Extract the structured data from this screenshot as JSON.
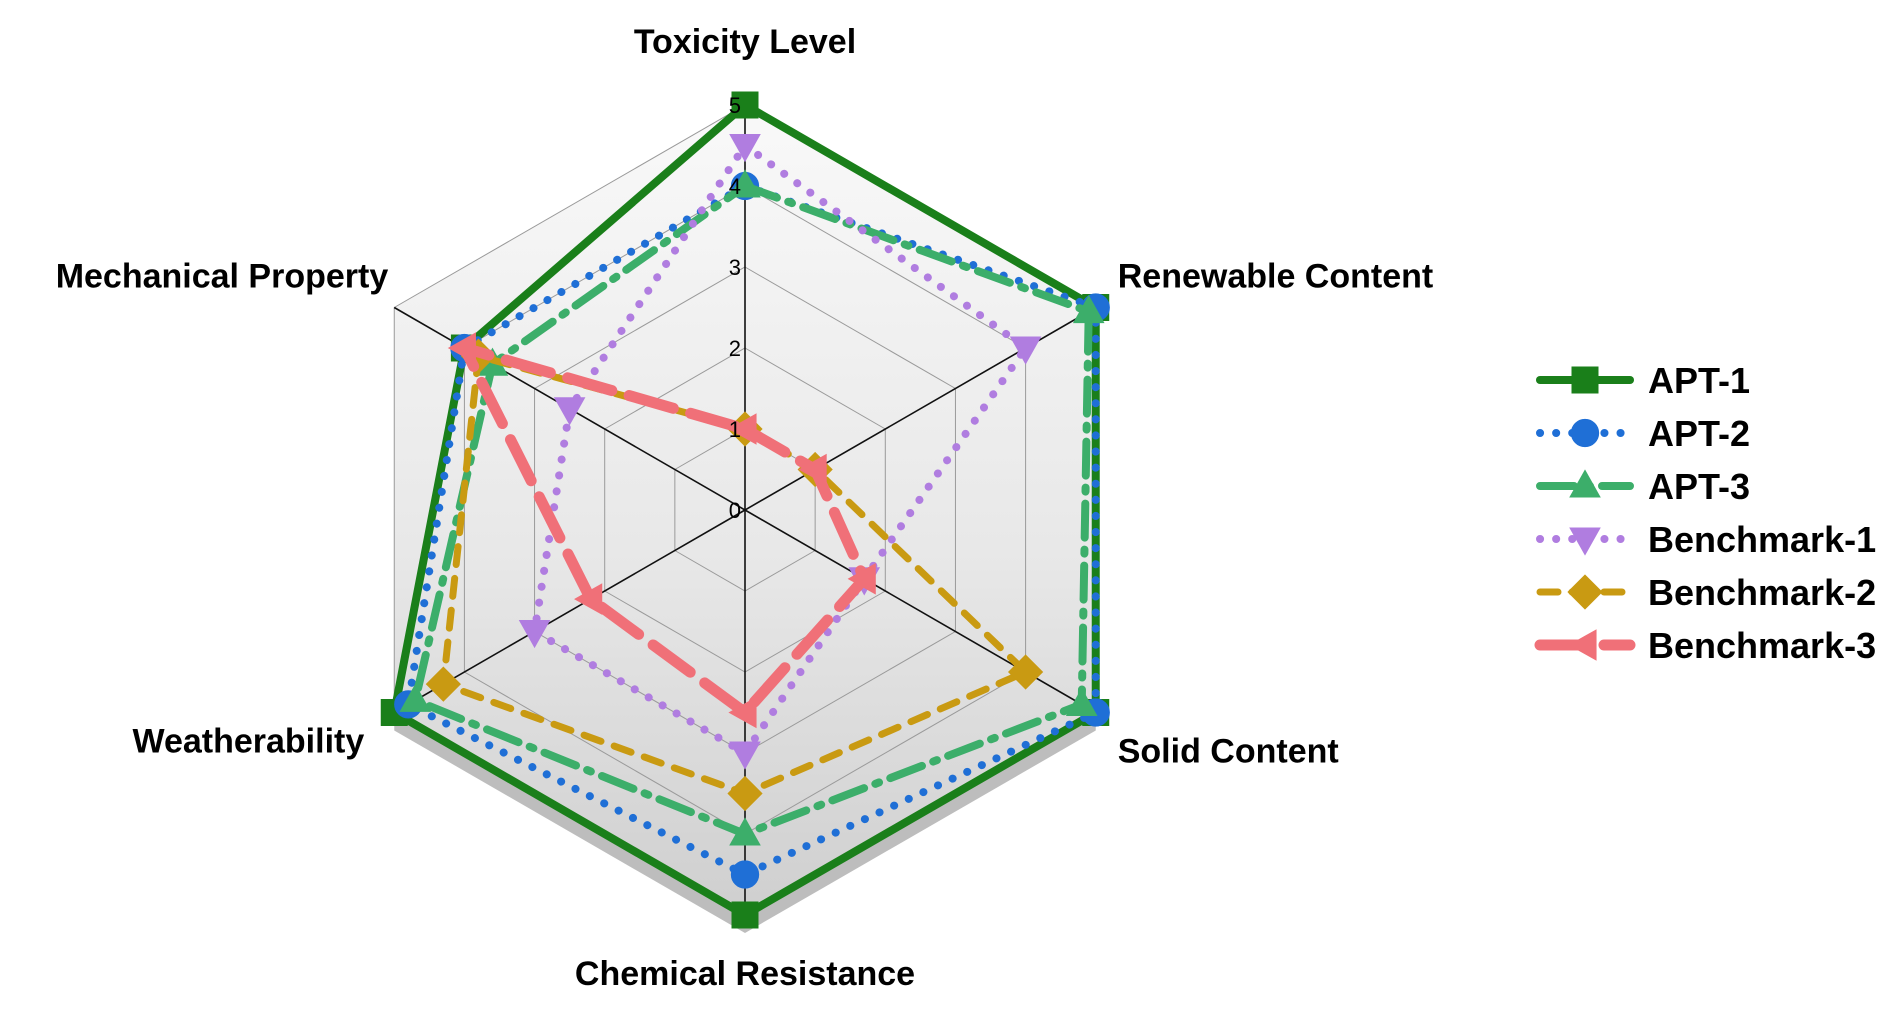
{
  "chart_data": {
    "type": "radar",
    "title": "",
    "categories": [
      "Toxicity Level",
      "Renewable Content",
      "Solid Content",
      "Chemical Resistance",
      "Weatherability",
      "Mechanical Property"
    ],
    "range": [
      0,
      5
    ],
    "ticks": [
      "0",
      "1",
      "2",
      "3",
      "4",
      "5"
    ],
    "grid": true,
    "legend_position": "right",
    "series": [
      {
        "name": "APT-1",
        "values": [
          5,
          5,
          5,
          5,
          5,
          4
        ],
        "color": "#1a7f1a",
        "marker": "square",
        "line": "solid"
      },
      {
        "name": "APT-2",
        "values": [
          4,
          5,
          5,
          4.5,
          4.8,
          4
        ],
        "color": "#1f6fd6",
        "marker": "circle",
        "line": "dotted"
      },
      {
        "name": "APT-3",
        "values": [
          4,
          4.9,
          4.8,
          4,
          4.7,
          3.6
        ],
        "color": "#3cae6a",
        "marker": "triangle-up",
        "line": "dashdot"
      },
      {
        "name": "Benchmark-1",
        "values": [
          4.5,
          4,
          1.7,
          3,
          3,
          2.5
        ],
        "color": "#b07de0",
        "marker": "triangle-down",
        "line": "dotted"
      },
      {
        "name": "Benchmark-2",
        "values": [
          1,
          1,
          4,
          3.5,
          4.3,
          3.8
        ],
        "color": "#c99a12",
        "marker": "diamond",
        "line": "dashed"
      },
      {
        "name": "Benchmark-3",
        "values": [
          1,
          1,
          1.7,
          2.5,
          2.2,
          4
        ],
        "color": "#f07078",
        "marker": "triangle-left",
        "line": "longdash"
      }
    ]
  }
}
